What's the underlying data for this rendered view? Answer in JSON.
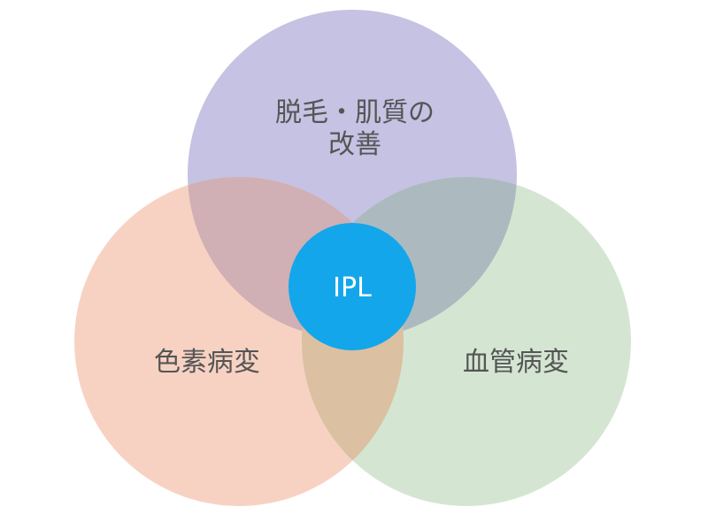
{
  "colors": {
    "top_circle": "#c5c2e3",
    "left_circle": "#f7d2c3",
    "right_circle": "#d4e6d2",
    "top_left_overlap": "#d0afb5",
    "top_right_overlap": "#acbac0",
    "left_right_overlap": "#dbc0a1",
    "center_circle": "#13a6ea",
    "label_text": "#555555",
    "center_text": "#ffffff"
  },
  "circles": {
    "top": {
      "label_line1": "脱毛・肌質の",
      "label_line2": "改善"
    },
    "left": {
      "label": "色素病変"
    },
    "right": {
      "label": "血管病変"
    },
    "center": {
      "label": "IPL"
    }
  }
}
